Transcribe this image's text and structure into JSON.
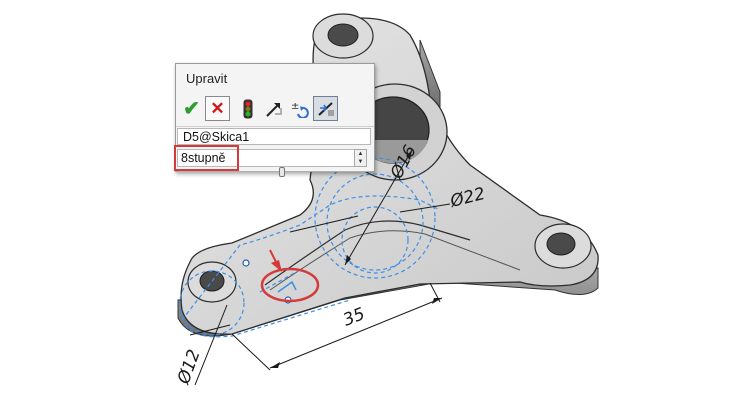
{
  "dialog": {
    "title": "Upravit",
    "name_field": "D5@Skica1",
    "value_field": "8stupně",
    "toolbar": [
      "confirm-check-icon",
      "cancel-x-icon",
      "rebuild-traffic-light-icon",
      "reverse-dimension-icon",
      "increment-spin-icon",
      "mark-dimension-icon"
    ],
    "slider": 0.53
  },
  "drawing": {
    "dimensions": [
      "Ø16",
      "Ø22",
      "35",
      "Ø12"
    ],
    "colors": {
      "sketch": "#3d8fe6",
      "highlight": "#d43a3a",
      "model_top": "#d7d7d7",
      "model_side": "#8a8a8a"
    }
  }
}
